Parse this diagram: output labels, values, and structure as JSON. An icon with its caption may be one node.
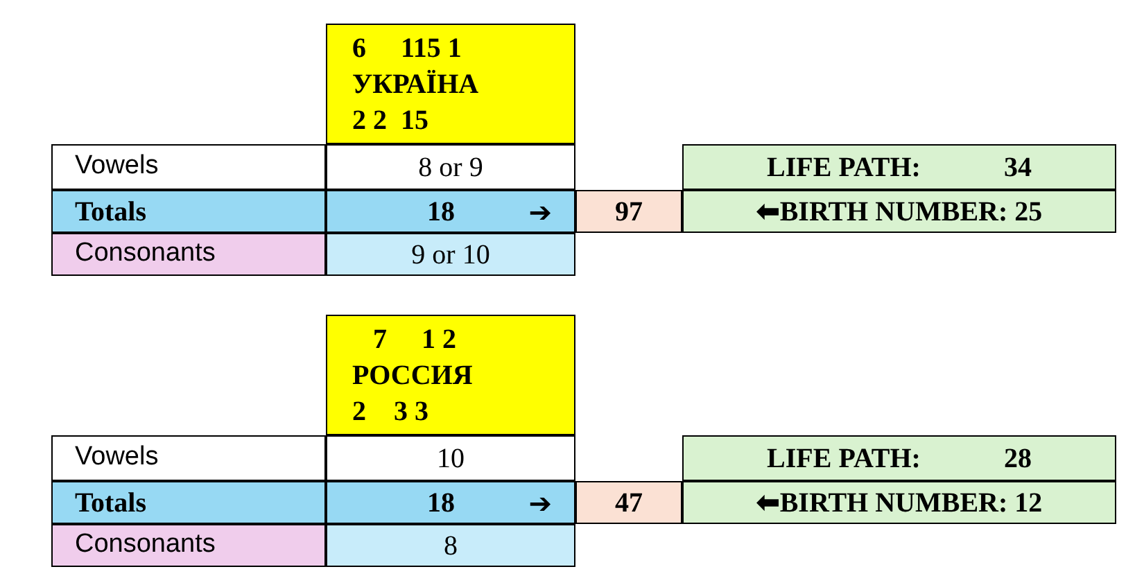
{
  "diagram": {
    "nodes": [
      {
        "text": [
          "6     115 1",
          "УКРАЇНА",
          "2 2  15"
        ]
      },
      {
        "text": [
          "Vowels"
        ]
      },
      {
        "text": [
          "8 or 9"
        ]
      },
      {
        "text": [
          "Totals"
        ]
      },
      {
        "text": [
          "18",
          "➔"
        ]
      },
      {
        "text": [
          "Consonants"
        ]
      },
      {
        "text": [
          "9 or 10"
        ]
      },
      {
        "text": [
          "97"
        ]
      },
      {
        "text": [
          "LIFE PATH:",
          "34"
        ]
      },
      {
        "text": [
          "⬅BIRTH NUMBER: 25"
        ]
      },
      {
        "text": [
          "   7     1 2",
          "РОССИЯ",
          "2    3 3"
        ]
      },
      {
        "text": [
          "Vowels"
        ]
      },
      {
        "text": [
          "10"
        ]
      },
      {
        "text": [
          "Totals"
        ]
      },
      {
        "text": [
          "18",
          "➔"
        ]
      },
      {
        "text": [
          "Consonants"
        ]
      },
      {
        "text": [
          "8"
        ]
      },
      {
        "text": [
          "47"
        ]
      },
      {
        "text": [
          "LIFE PATH:",
          "28"
        ]
      },
      {
        "text": [
          "⬅BIRTH NUMBER: 12"
        ]
      }
    ]
  }
}
